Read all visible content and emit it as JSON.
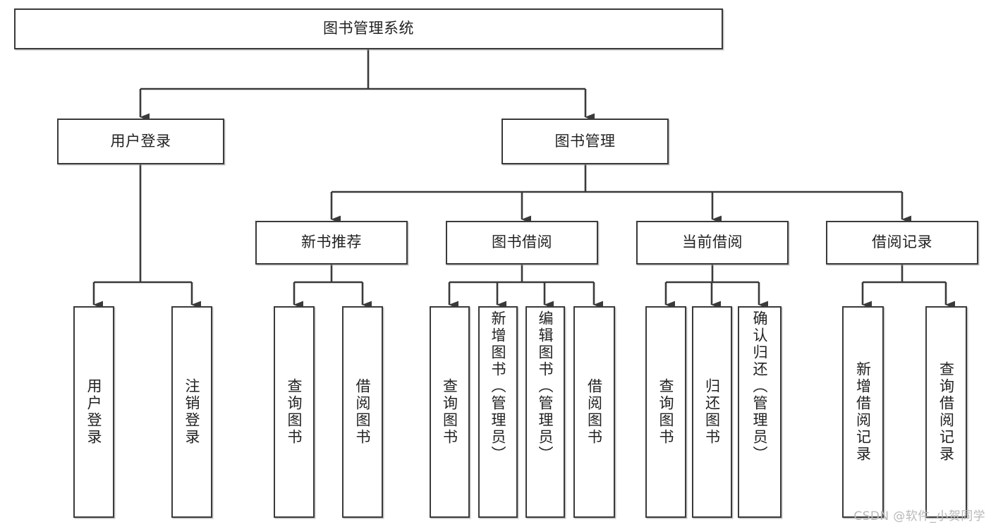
{
  "diagram": {
    "type": "tree-hierarchy",
    "title": "图书管理系统",
    "root": {
      "label": "图书管理系统"
    },
    "level2": [
      {
        "label": "用户登录"
      },
      {
        "label": "图书管理"
      }
    ],
    "level3": [
      {
        "label": "新书推荐"
      },
      {
        "label": "图书借阅"
      },
      {
        "label": "当前借阅"
      },
      {
        "label": "借阅记录"
      }
    ],
    "leaves": {
      "user_login": [
        {
          "label": "用户登录"
        },
        {
          "label": "注销登录"
        }
      ],
      "new_book_recommend": [
        {
          "label": "查询图书"
        },
        {
          "label": "借阅图书"
        }
      ],
      "book_borrow": [
        {
          "label": "查询图书"
        },
        {
          "label": "新增图书（管理员）"
        },
        {
          "label": "编辑图书（管理员）"
        },
        {
          "label": "借阅图书"
        }
      ],
      "current_borrow": [
        {
          "label": "查询图书"
        },
        {
          "label": "归还图书"
        },
        {
          "label": "确认归还（管理员）"
        }
      ],
      "borrow_record": [
        {
          "label": "新增借阅记录"
        },
        {
          "label": "查询借阅记录"
        }
      ]
    }
  },
  "watermark": {
    "text": "CSDN @软件_小贺同学"
  },
  "colors": {
    "stroke": "#3a3a3a",
    "text": "#222222",
    "background": "#ffffff",
    "watermark": "#b8b8b8"
  }
}
